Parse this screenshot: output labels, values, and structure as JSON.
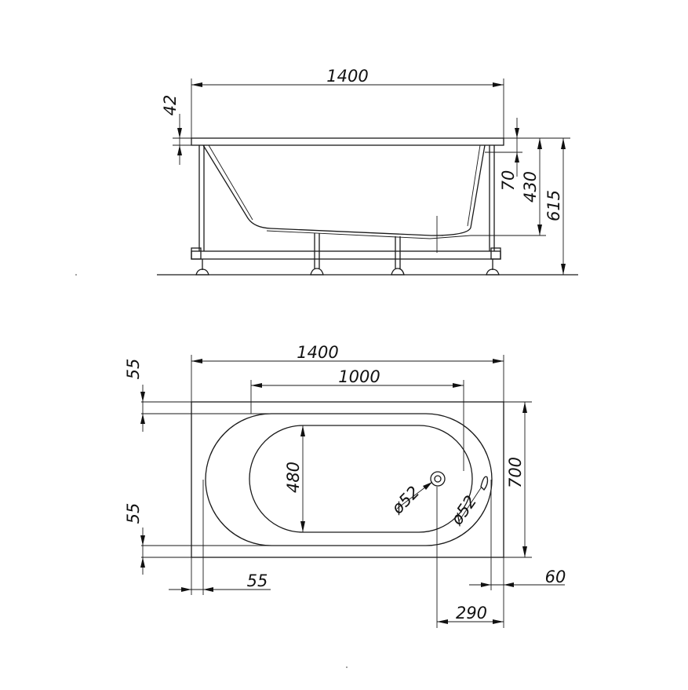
{
  "side_view": {
    "width_label": "1400",
    "rim_label": "42",
    "depth_label": "70",
    "inner_height_label": "430",
    "total_height_label": "615"
  },
  "top_view": {
    "length_label": "1400",
    "inner_length_label": "1000",
    "width_label": "700",
    "inner_width_label": "480",
    "top_offset_label": "55",
    "bottom_offset_label": "55",
    "left_offset_label": "55",
    "right_offset_label": "60",
    "drain_pos_label": "290",
    "drain_dia_label": "ø52",
    "overflow_dia_label": "ø52"
  }
}
